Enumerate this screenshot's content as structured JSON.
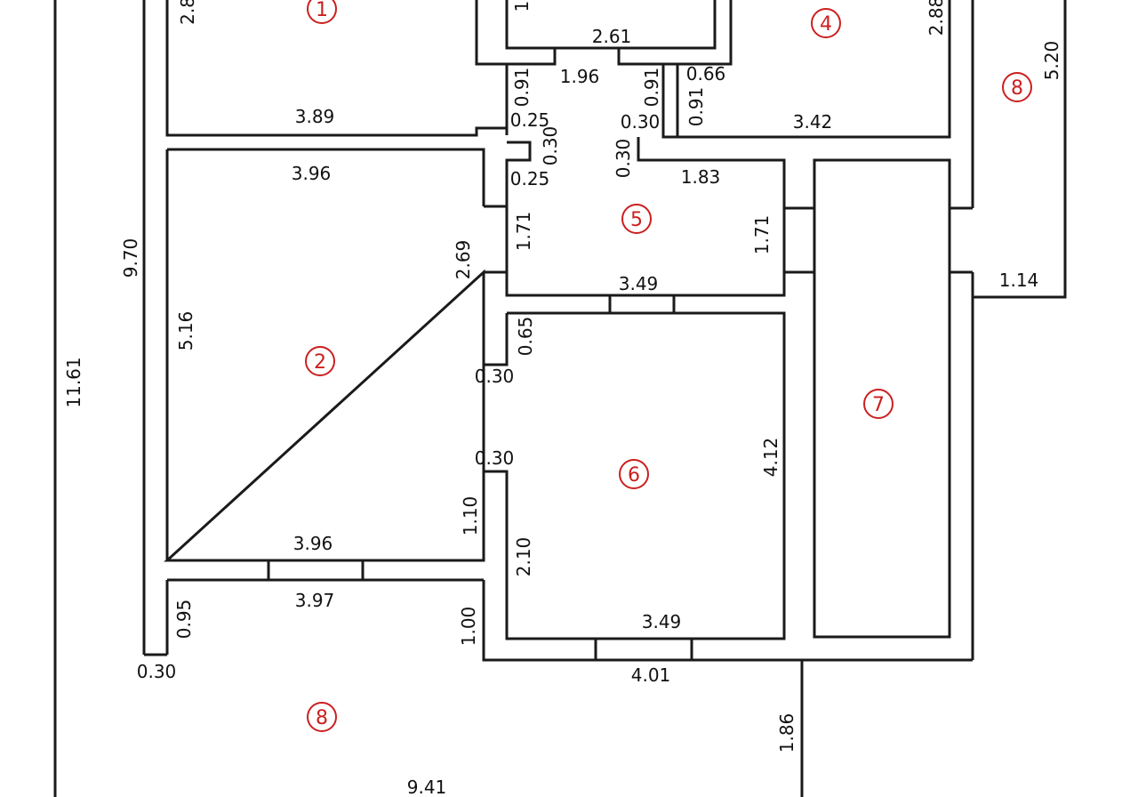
{
  "drawing": {
    "accent_color": "#cc1f1f",
    "line_color": "#1a1a1a",
    "rooms": [
      {
        "id": "1",
        "label": "1"
      },
      {
        "id": "2",
        "label": "2"
      },
      {
        "id": "4",
        "label": "4"
      },
      {
        "id": "5",
        "label": "5"
      },
      {
        "id": "6",
        "label": "6"
      },
      {
        "id": "7",
        "label": "7"
      },
      {
        "id": "8a",
        "label": "8"
      },
      {
        "id": "8b",
        "label": "8"
      }
    ],
    "dimensions": [
      "2.8",
      "1.",
      "2.61",
      "2.88",
      "5.20",
      "0.91",
      "1.96",
      "0.91",
      "0.66",
      "0.91",
      "3.89",
      "0.25",
      "0.30",
      "0.30",
      "3.42",
      "3.96",
      "0.30",
      "0.25",
      "1.83",
      "9.70",
      "1.71",
      "1.71",
      "2.69",
      "5.16",
      "3.49",
      "1.14",
      "0.65",
      "11.61",
      "0.30",
      "4.12",
      "0.30",
      "1.10",
      "2.10",
      "3.96",
      "3.97",
      "0.95",
      "1.00",
      "3.49",
      "0.30",
      "4.01",
      "1.86",
      "9.41"
    ]
  }
}
